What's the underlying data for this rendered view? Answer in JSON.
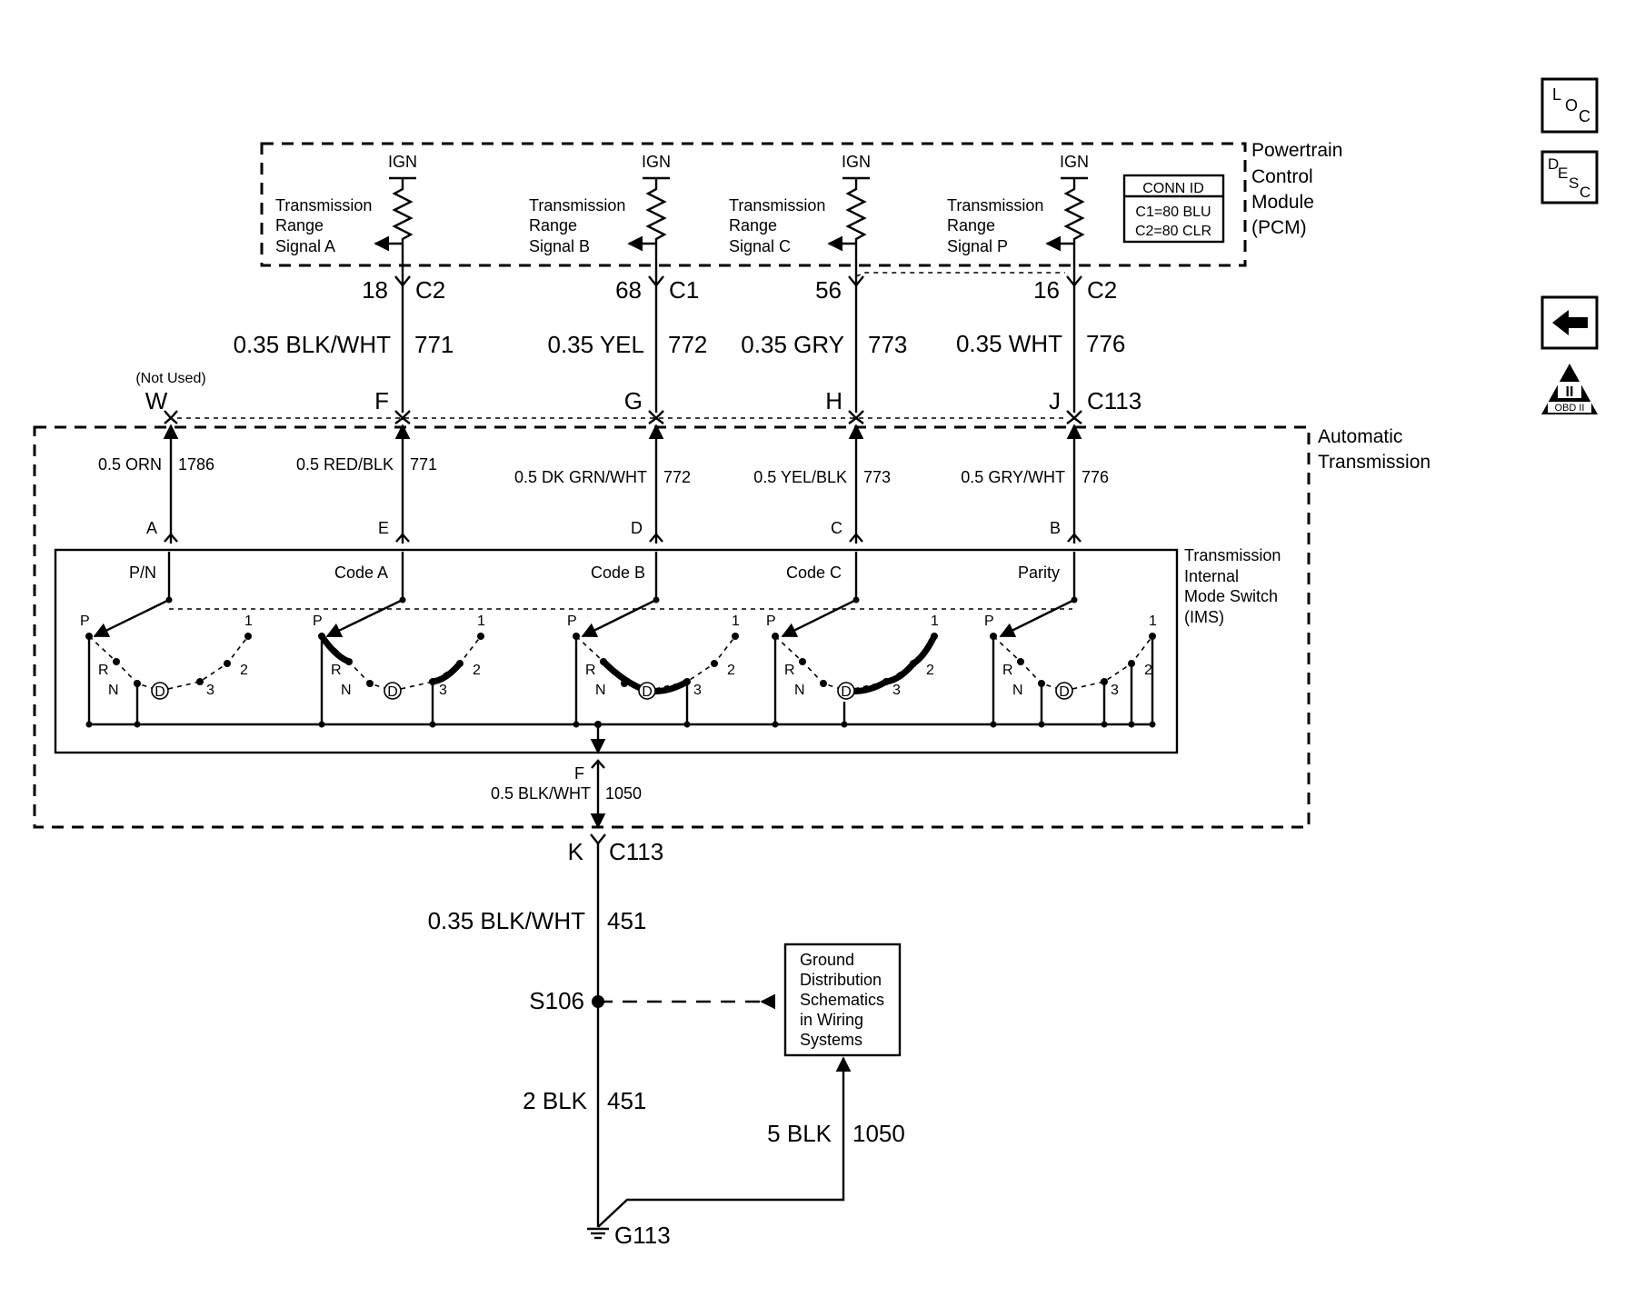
{
  "pcm": {
    "title": [
      "Powertrain",
      "Control",
      "Module",
      "(PCM)"
    ],
    "ign": "IGN",
    "signals": [
      [
        "Transmission",
        "Range",
        "Signal A"
      ],
      [
        "Transmission",
        "Range",
        "Signal B"
      ],
      [
        "Transmission",
        "Range",
        "Signal C"
      ],
      [
        "Transmission",
        "Range",
        "Signal P"
      ]
    ],
    "conn_id": {
      "header": "CONN ID",
      "c1": "C1=80 BLU",
      "c2": "C2=80 CLR"
    }
  },
  "pcm_pins": [
    {
      "pin": "18",
      "conn": "C2"
    },
    {
      "pin": "68",
      "conn": "C1"
    },
    {
      "pin": "56",
      "conn": ""
    },
    {
      "pin": "16",
      "conn": "C2"
    }
  ],
  "upper_wires": [
    {
      "gauge": "0.35 BLK/WHT",
      "circuit": "771"
    },
    {
      "gauge": "0.35 YEL",
      "circuit": "772"
    },
    {
      "gauge": "0.35 GRY",
      "circuit": "773"
    },
    {
      "gauge": "0.35 WHT",
      "circuit": "776"
    }
  ],
  "c113_top": {
    "not_used": "(Not Used)",
    "terminals": [
      "W",
      "F",
      "G",
      "H",
      "J"
    ],
    "connector": "C113"
  },
  "auto_trans": {
    "title": [
      "Automatic",
      "Transmission"
    ]
  },
  "lower_wires": [
    {
      "gauge": "0.5 ORN",
      "circuit": "1786",
      "pin": "A"
    },
    {
      "gauge": "0.5 RED/BLK",
      "circuit": "771",
      "pin": "E"
    },
    {
      "gauge": "0.5 DK GRN/WHT",
      "circuit": "772",
      "pin": "D"
    },
    {
      "gauge": "0.5 YEL/BLK",
      "circuit": "773",
      "pin": "C"
    },
    {
      "gauge": "0.5 GRY/WHT",
      "circuit": "776",
      "pin": "B"
    }
  ],
  "ims": {
    "title": [
      "Transmission",
      "Internal",
      "Mode Switch",
      "(IMS)"
    ],
    "switches": [
      "P/N",
      "Code A",
      "Code B",
      "Code C",
      "Parity"
    ],
    "positions": {
      "p": "P",
      "r": "R",
      "n": "N",
      "d": "D",
      "three": "3",
      "two": "2",
      "one": "1"
    }
  },
  "ground_path": {
    "f_pin": "F",
    "f_wire": {
      "gauge": "0.5 BLK/WHT",
      "circuit": "1050"
    },
    "k_pin": "K",
    "k_conn": "C113",
    "wire_451a": {
      "gauge": "0.35 BLK/WHT",
      "circuit": "451"
    },
    "splice": "S106",
    "wire_451b": {
      "gauge": "2 BLK",
      "circuit": "451"
    },
    "wire_1050": {
      "gauge": "5 BLK",
      "circuit": "1050"
    },
    "ground": "G113"
  },
  "ground_ref": [
    "Ground",
    "Distribution",
    "Schematics",
    "in Wiring",
    "Systems"
  ],
  "nav": {
    "loc": {
      "a": "L",
      "b": "O",
      "c": "C"
    },
    "desc": {
      "a": "D",
      "b": "E",
      "c": "S",
      "d": "C"
    },
    "obd": {
      "top": "II",
      "bottom": "OBD II"
    }
  }
}
